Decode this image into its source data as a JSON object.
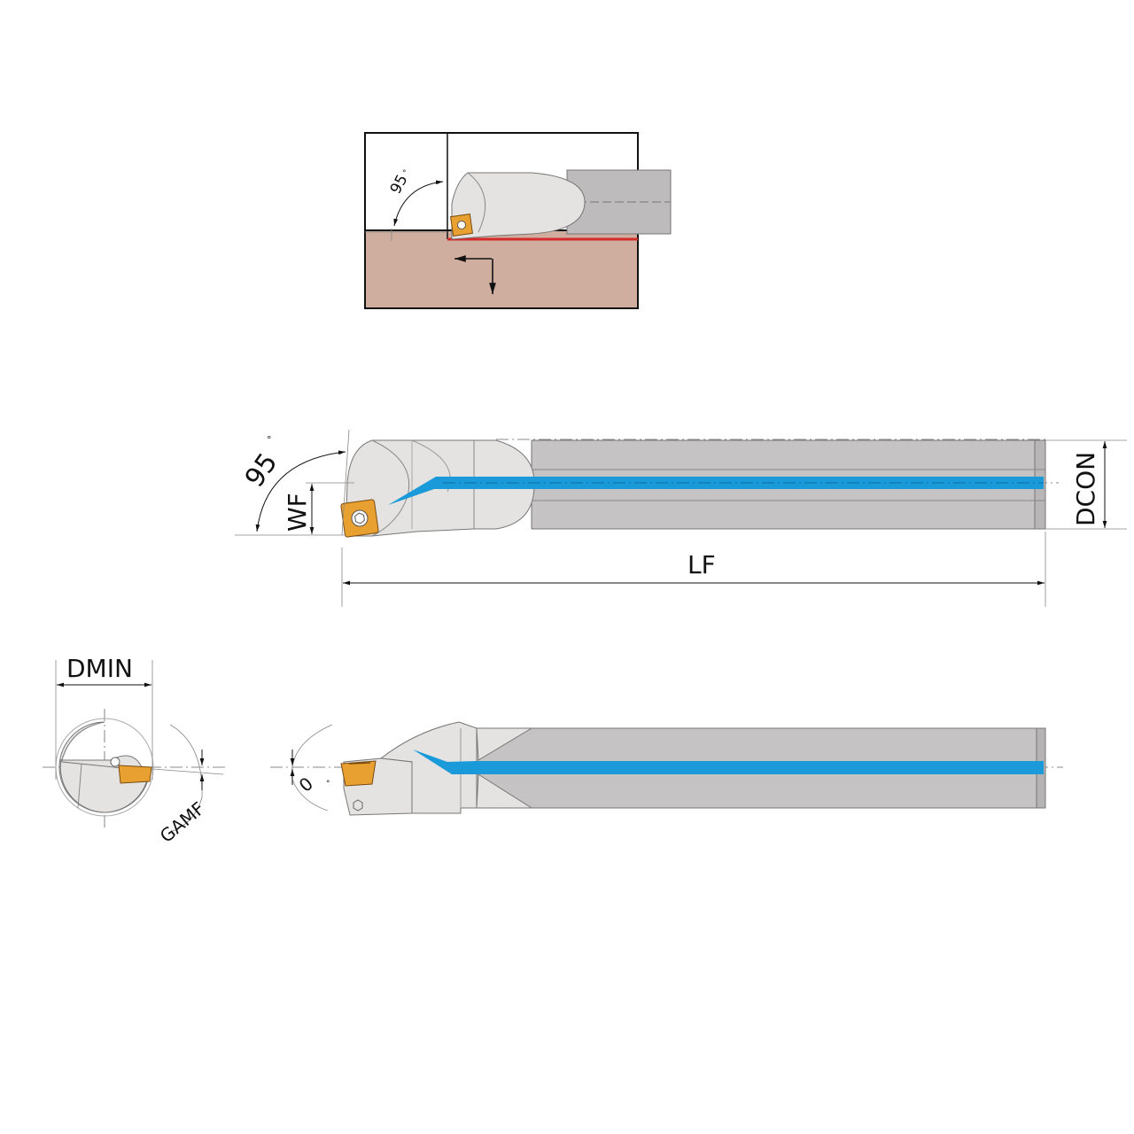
{
  "inset": {
    "angle": "95",
    "degree_symbol": "°"
  },
  "side_view": {
    "angle": "95",
    "degree_symbol": "°",
    "wf": "WF",
    "dcon": "DCON",
    "lf": "LF"
  },
  "end_view": {
    "dmin": "DMIN",
    "gamf": "GAMF"
  },
  "top_view": {
    "angle": "0",
    "degree_symbol": "°"
  },
  "colors": {
    "insert": "#e8a031",
    "coolant": "#1a9ad9",
    "shank": "#c5c3c4",
    "head": "#e4e3e2",
    "workpiece": "#cfae9f",
    "cut_edge": "#d42a2a"
  }
}
